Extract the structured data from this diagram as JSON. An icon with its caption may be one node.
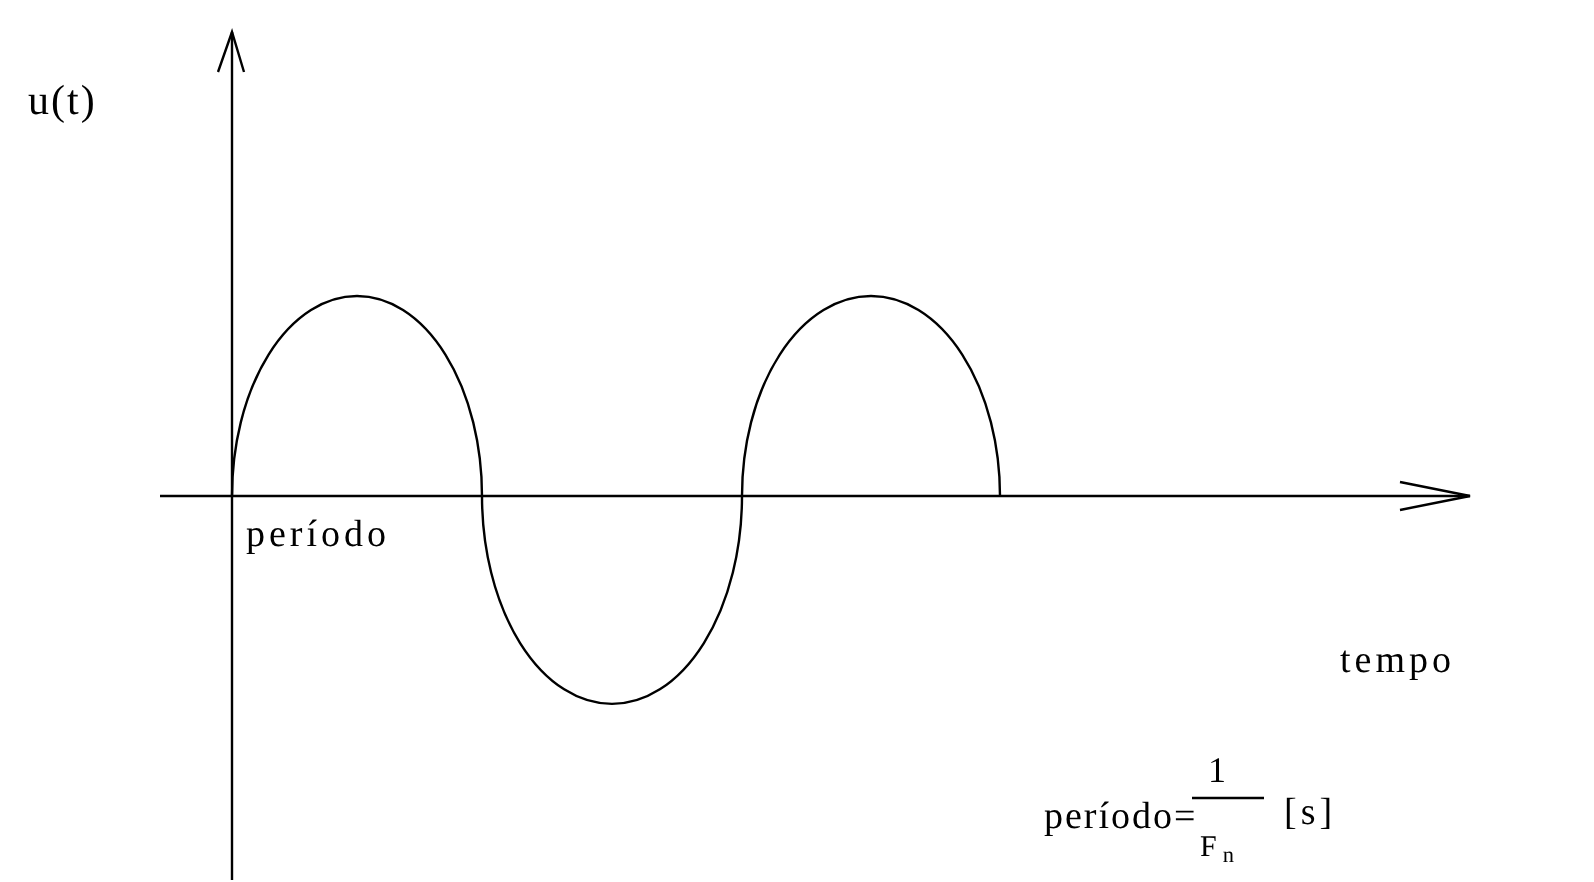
{
  "diagram": {
    "labels": [
      "u(t)",
      "período",
      "tempo",
      "período=",
      "1",
      "F$_{n}$",
      "[s]"
    ]
  }
}
